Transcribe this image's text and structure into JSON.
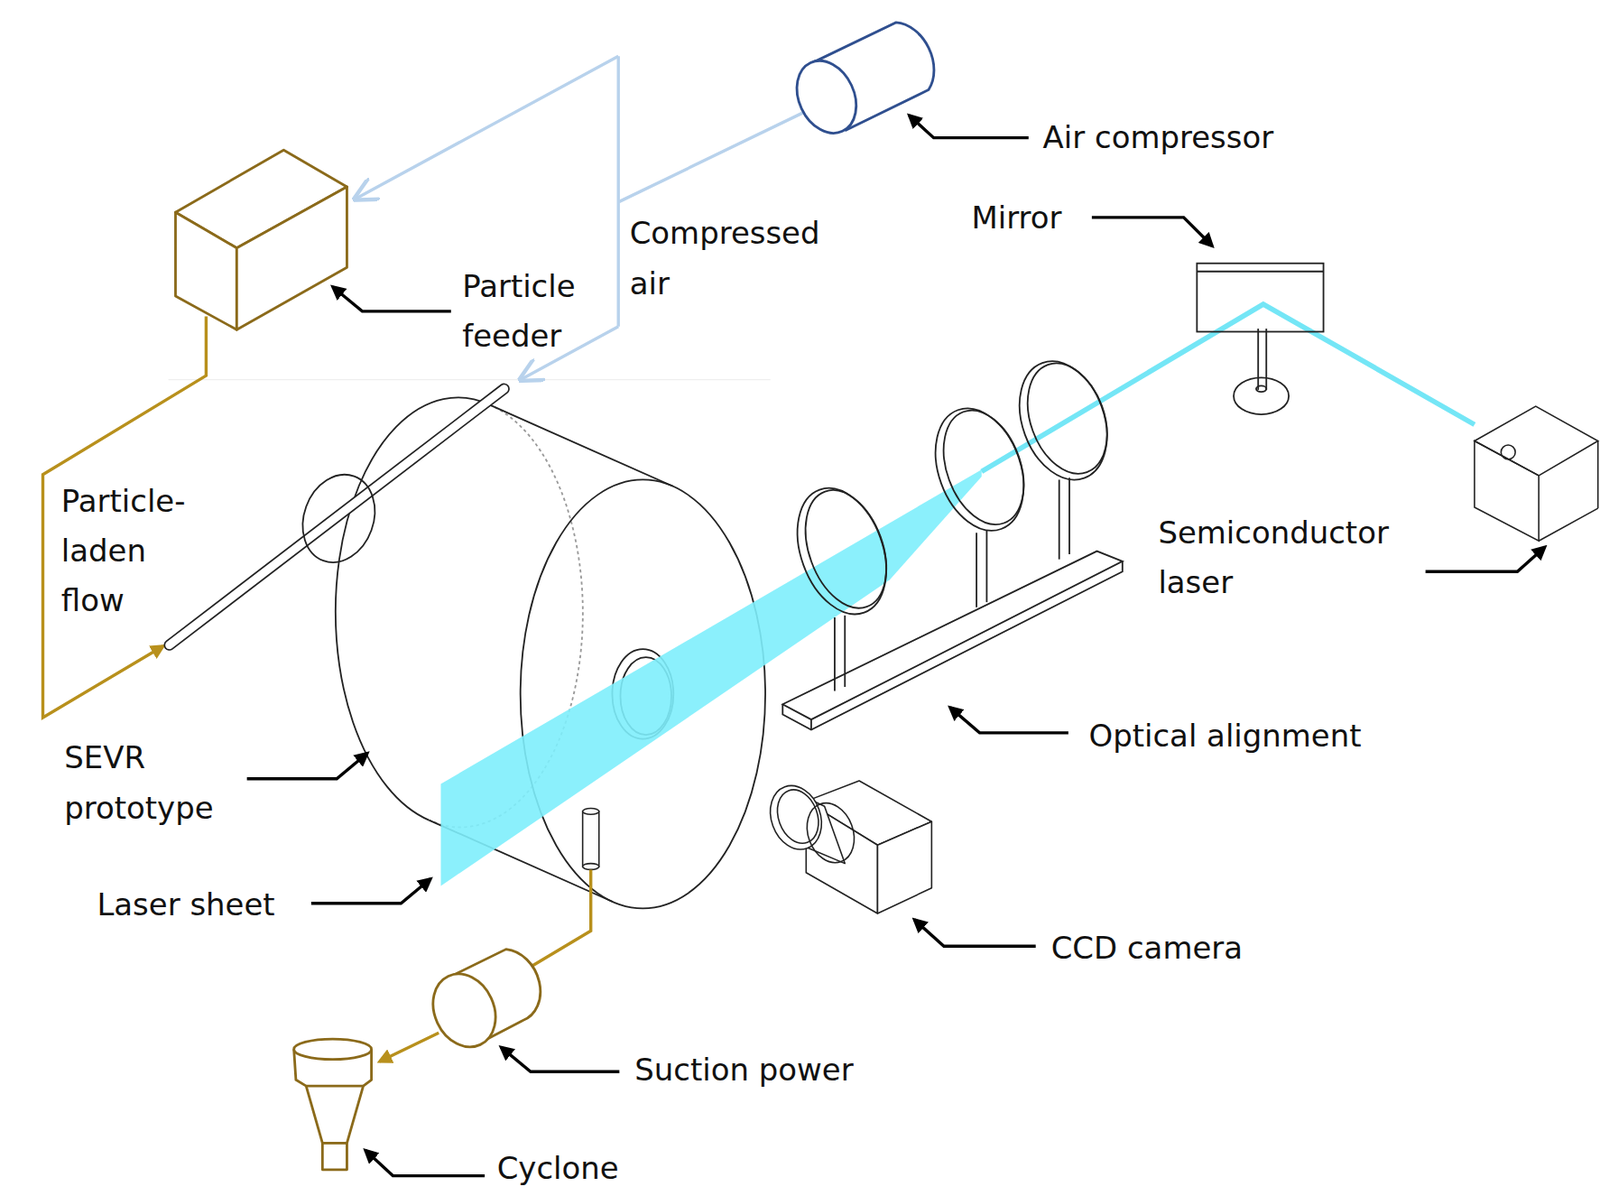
{
  "diagram": {
    "labels": [
      "Air compressor",
      "Mirror",
      "Compressed air",
      "Particle feeder",
      "Particle-laden flow",
      "Semiconductor laser",
      "Optical alignment",
      "SEVR prototype",
      "Laser sheet",
      "CCD camera",
      "Suction power",
      "Cyclone"
    ]
  }
}
